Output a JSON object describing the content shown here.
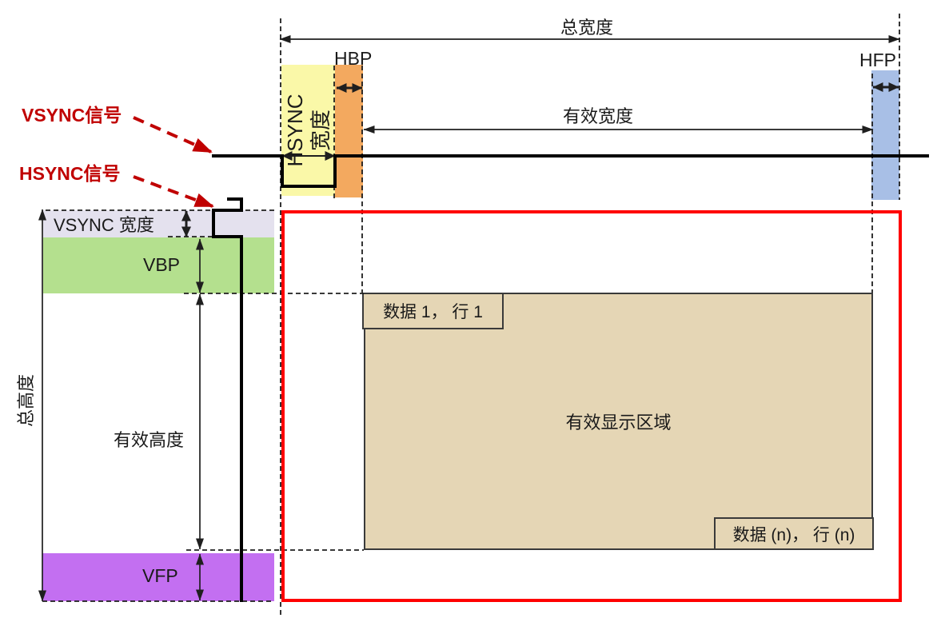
{
  "figure": {
    "type": "lcd-timing-diagram"
  },
  "horizontal": {
    "total_width_label": "总宽度",
    "active_width_label": "有效宽度",
    "hsync_width_lines": [
      "HSYNC",
      "宽度"
    ],
    "hbp_label": "HBP",
    "hfp_label": "HFP"
  },
  "vertical": {
    "total_height_label": "总高度",
    "active_height_label": "有效高度",
    "vsync_width_label": "VSYNC 宽度",
    "vbp_label": "VBP",
    "vfp_label": "VFP"
  },
  "signals": {
    "vsync_label": "VSYNC信号",
    "hsync_label": "HSYNC信号"
  },
  "active_area": {
    "label": "有效显示区域",
    "first_data_label": "数据 1， 行 1",
    "last_data_label": "数据 (n)， 行 (n)"
  },
  "colors": {
    "hsync_band": "#FAF8A8",
    "hbp_band": "#F3A95F",
    "hfp_band": "#A8BFE6",
    "vsync_band": "#E4E1EE",
    "vbp_band": "#B4E08E",
    "vfp_band": "#C36FF1",
    "active_area": "#E5D6B5",
    "box_border": "#3a3a3a",
    "signal_line": "#000000",
    "measure_line": "#1f1f1f",
    "red_annotation": "#C00000",
    "red_box": "#FF0000"
  }
}
